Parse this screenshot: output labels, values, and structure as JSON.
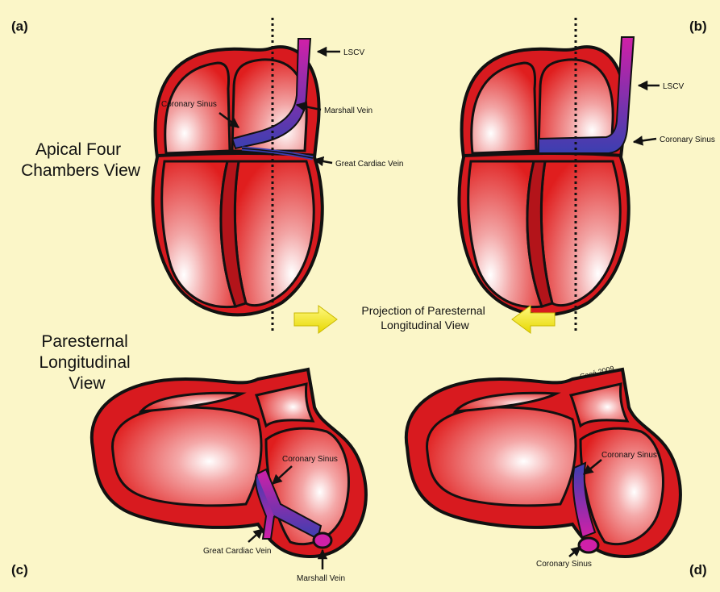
{
  "panels": {
    "a": "(a)",
    "b": "(b)",
    "c": "(c)",
    "d": "(d)"
  },
  "views": {
    "apical_line1": "Apical Four",
    "apical_line2": "Chambers View",
    "parasternal_line1": "Paresternal",
    "parasternal_line2": "Longitudinal",
    "parasternal_line3": "View",
    "projection_line1": "Projection of Paresternal",
    "projection_line2": "Longitudinal View"
  },
  "labels": {
    "a_lscv": "LSCV",
    "a_marshall_vein": "Marshall Vein",
    "a_coronary_sinus": "Coronary Sinus",
    "a_great_cardiac_vein": "Great Cardiac Vein",
    "b_lscv": "LSCV",
    "b_coronary_sinus": "Coronary Sinus",
    "c_coronary_sinus": "Coronary Sinus",
    "c_great_cardiac_vein": "Great Cardiac Vein",
    "c_marshall_vein": "Marshall Vein",
    "d_coronary_sinus_top": "Coronary Sinus",
    "d_coronary_sinus_bottom": "Coronary Sinus",
    "signature": "Cacó 2009"
  },
  "colors": {
    "background": "#FBF6C8",
    "heart": "#E01E1E",
    "heart_dark": "#B3141A",
    "vein_blue": "#3B3FB0",
    "vein_magenta": "#D020A8",
    "arrow_yellow": "#F4EE1A"
  }
}
